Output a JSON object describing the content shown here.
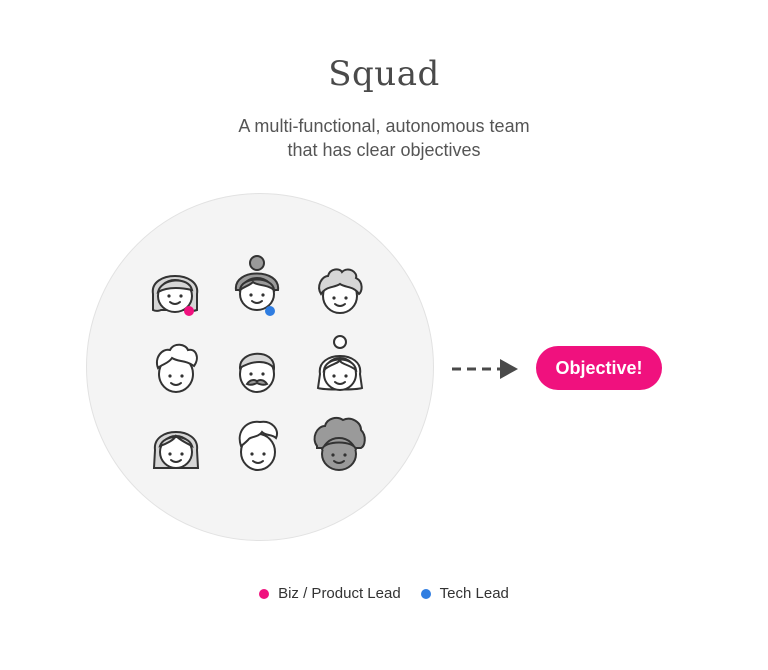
{
  "title": "Squad",
  "subtitle": {
    "line1": "A multi-functional, autonomous team",
    "line2": "that has clear objectives"
  },
  "objective_label": "Objective!",
  "legend": [
    {
      "label": "Biz / Product Lead",
      "color": "#f0117e"
    },
    {
      "label": "Tech Lead",
      "color": "#2f7de1"
    }
  ],
  "colors": {
    "accent": "#f0117e",
    "tech": "#2f7de1",
    "circle_fill": "#f4f4f4",
    "hair_light": "#d6d6d6",
    "hair_dark": "#9a9a9a",
    "arrow": "#4a4a4a"
  },
  "members": [
    {
      "icon": "woman-bob-hair-icon",
      "role": "biz-lead"
    },
    {
      "icon": "woman-bun-hair-icon",
      "role": "tech-lead"
    },
    {
      "icon": "curly-short-hair-icon",
      "role": ""
    },
    {
      "icon": "man-tousled-hair-icon",
      "role": ""
    },
    {
      "icon": "man-mustache-icon",
      "role": ""
    },
    {
      "icon": "woman-top-bun-icon",
      "role": ""
    },
    {
      "icon": "woman-long-hair-icon",
      "role": ""
    },
    {
      "icon": "man-quiff-hair-icon",
      "role": ""
    },
    {
      "icon": "afro-hair-icon",
      "role": ""
    }
  ]
}
